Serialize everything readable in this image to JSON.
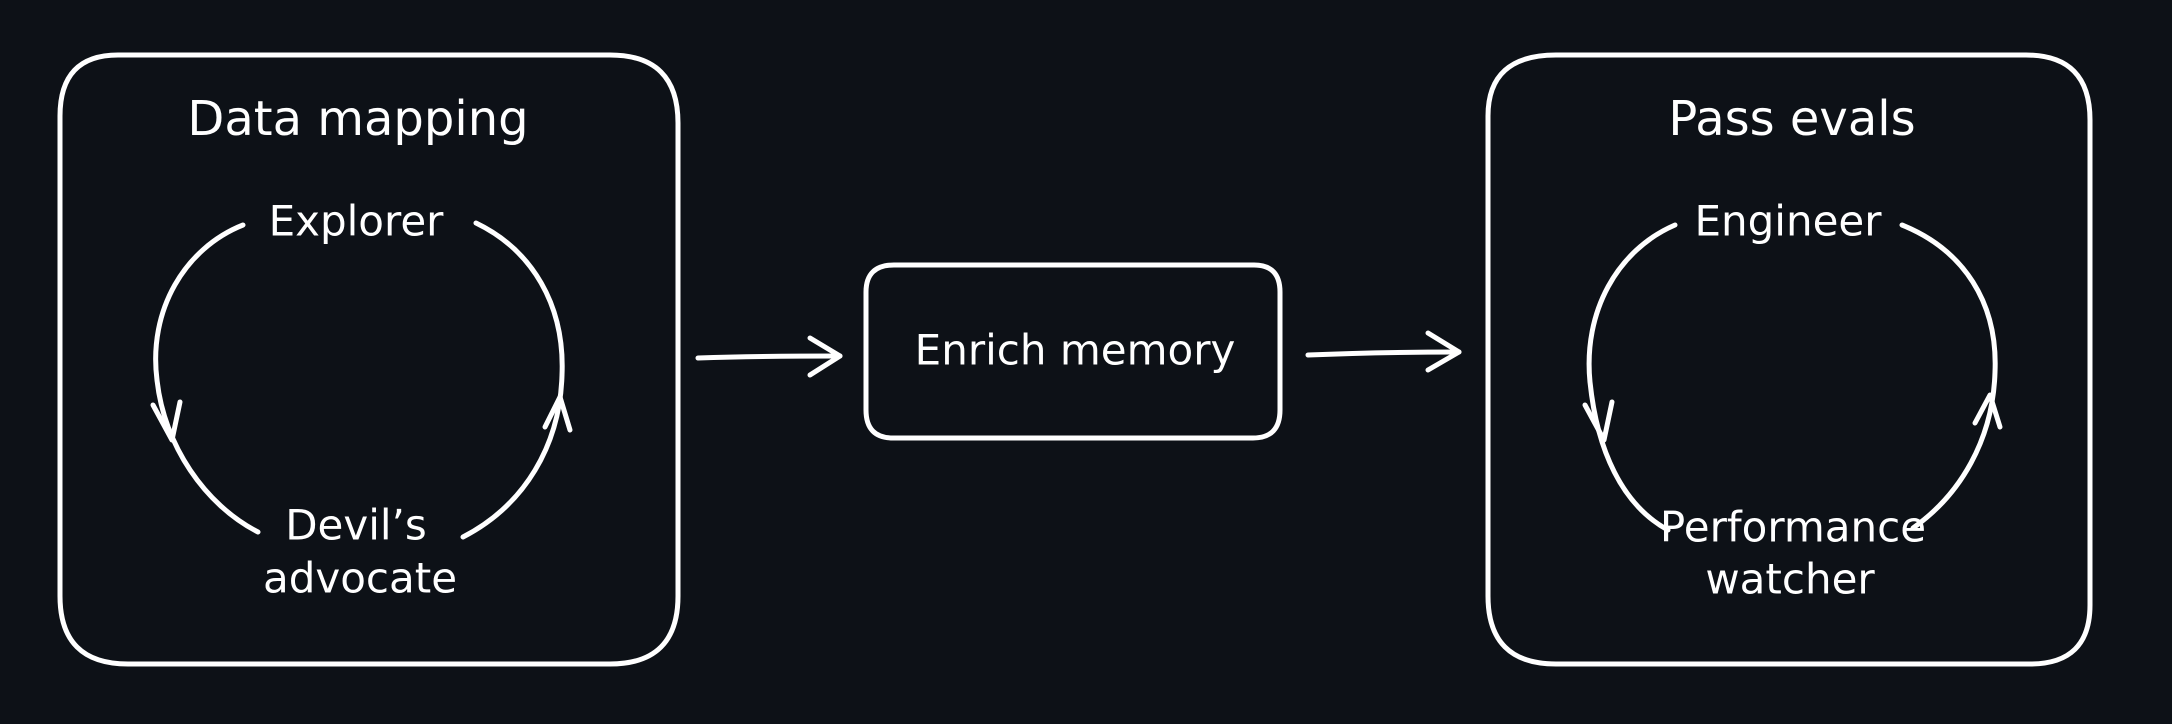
{
  "stages": [
    {
      "title": "Data mapping",
      "roles": {
        "top": "Explorer",
        "bottom_line1": "Devil’s",
        "bottom_line2": "advocate"
      }
    },
    {
      "title": "Enrich memory"
    },
    {
      "title": "Pass evals",
      "roles": {
        "top": "Engineer",
        "bottom_line1": "Performance",
        "bottom_line2": "watcher"
      }
    }
  ],
  "colors": {
    "background": "#0d1117",
    "stroke": "#ffffff",
    "text": "#ffffff"
  }
}
